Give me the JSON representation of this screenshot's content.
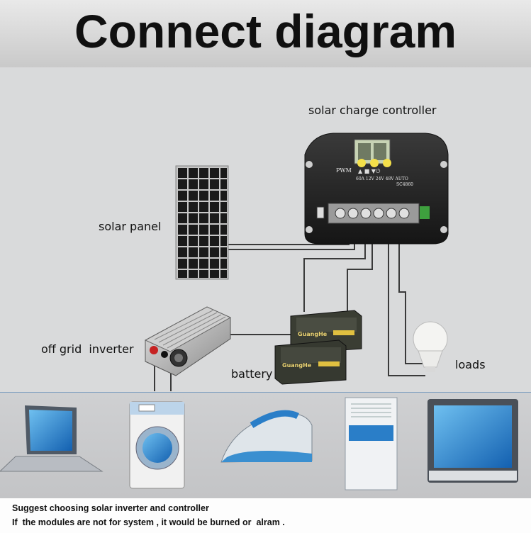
{
  "title": "Connect diagram",
  "labels": {
    "controller": "solar charge controller",
    "panel": "solar panel",
    "inverter": "off grid  inverter",
    "battery": "battery",
    "loads": "loads"
  },
  "controller_face": {
    "mode": "PWM",
    "spec": "60A 12V 24V 48V AUTO",
    "model": "SC4860"
  },
  "battery_brand": "GuangHe",
  "footer": {
    "line1": "Suggest choosing solar inverter and controller",
    "line2": "If  the modules are not for system , it would be burned or  alram ."
  },
  "colors": {
    "background": "#d9dadb",
    "controller": "#1f1f1f",
    "button_yellow": "#f4e04a",
    "appliance_blue": "#2a7ec8",
    "wire": "#3a3a3a"
  }
}
